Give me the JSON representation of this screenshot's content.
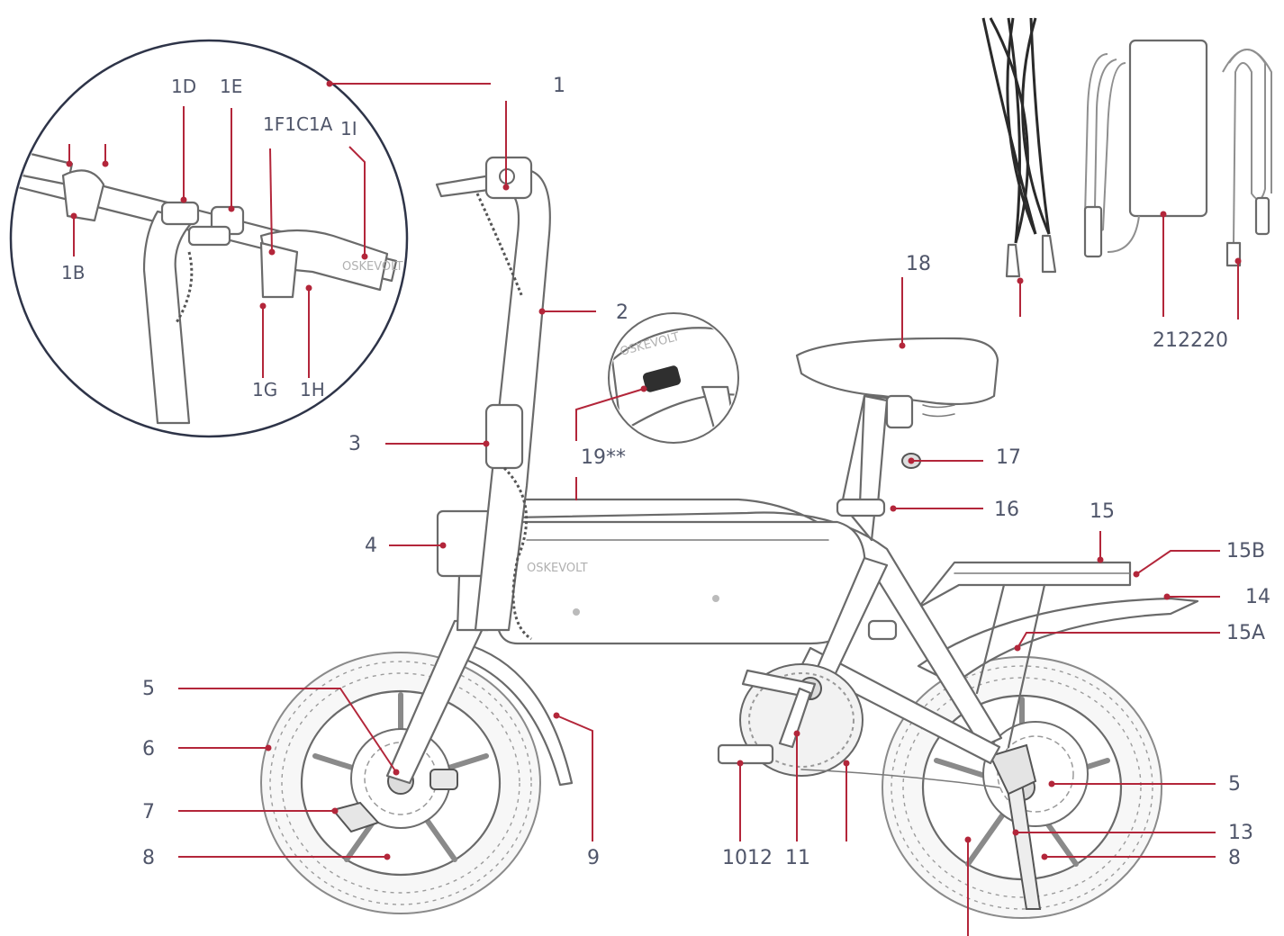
{
  "diagram": {
    "labels": {
      "l1": "1",
      "l1D": "1D",
      "l1E": "1E",
      "l1F1C1A": "1F1C1A",
      "l1I": "1I",
      "l1B": "1B",
      "l1G": "1G",
      "l1H": "1H",
      "l2": "2",
      "l3": "3",
      "l4": "4",
      "l5_front": "5",
      "l6": "6",
      "l7": "7",
      "l8_front": "8",
      "l9": "9",
      "l1012": "1012",
      "l11": "11",
      "l13": "13",
      "l5_rear": "5",
      "l8_rear": "8",
      "l14": "14",
      "l15": "15",
      "l15A": "15A",
      "l15B": "15B",
      "l16": "16",
      "l17": "17",
      "l18": "18",
      "l19": "19**",
      "l212220": "212220"
    },
    "colors": {
      "leader": "#b3263a",
      "label_text": "#50566a",
      "line_art": "#6a6a6a",
      "inset_border": "#2e3448"
    }
  }
}
